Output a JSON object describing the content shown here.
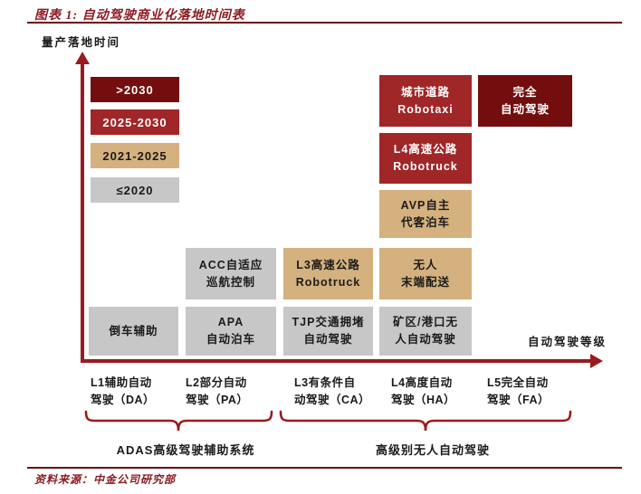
{
  "title": {
    "text": "图表 1: 自动驾驶商业化落地时间表"
  },
  "axes": {
    "y_label": "量产落地时间",
    "x_label": "自动驾驶等级"
  },
  "palette": {
    "after_2030": "#730d0e",
    "2025_2030": "#a02628",
    "2021_2025": "#d4b17e",
    "before_2020": "#c7c7c7",
    "axis_red": "#9a1b1e",
    "rule_red": "#6e0b0b",
    "title_red": "#8e1b22"
  },
  "legend": [
    {
      "label": ">2030",
      "color": "#730d0e"
    },
    {
      "label": "2025-2030",
      "color": "#a02628"
    },
    {
      "label": "2021-2025",
      "color": "#d4b17e"
    },
    {
      "label": "≤2020",
      "color": "#c7c7c7"
    }
  ],
  "boxes": {
    "daoche": {
      "line1": "倒车辅助"
    },
    "acc": {
      "line1": "ACC自适应",
      "line2": "巡航控制"
    },
    "apa": {
      "line1": "APA",
      "line2": "自动泊车"
    },
    "l3truck": {
      "line1": "L3高速公路",
      "line2": "Robotruck"
    },
    "tjp": {
      "line1": "TJP交通拥堵",
      "line2": "自动驾驶"
    },
    "robotaxi": {
      "line1": "城市道路",
      "line2": "Robotaxi"
    },
    "l4truck": {
      "line1": "L4高速公路",
      "line2": "Robotruck"
    },
    "avp": {
      "line1": "AVP自主",
      "line2": "代客泊车"
    },
    "delivery": {
      "line1": "无人",
      "line2": "末端配送"
    },
    "mining": {
      "line1": "矿区/港口无",
      "line2": "人自动驾驶"
    },
    "fullauto": {
      "line1": "完全",
      "line2": "自动驾驶"
    }
  },
  "x_ticks": [
    {
      "line1": "L1辅助自动",
      "line2": "驾驶（DA）"
    },
    {
      "line1": "L2部分自动",
      "line2": "驾驶（PA）"
    },
    {
      "line1": "L3有条件自",
      "line2": "动驾驶（CA）"
    },
    {
      "line1": "L4高度自动",
      "line2": "驾驶（HA）"
    },
    {
      "line1": "L5完全自动",
      "line2": "驾驶（FA）"
    }
  ],
  "braces": [
    {
      "label": "ADAS高级驾驶辅助系统"
    },
    {
      "label": "高级别无人自动驾驶"
    }
  ],
  "source": {
    "text": "资料来源：中金公司研究部"
  },
  "chart_data": {
    "type": "table",
    "title": "图表 1: 自动驾驶商业化落地时间表",
    "xlabel": "自动驾驶等级",
    "ylabel": "量产落地时间",
    "x_categories": [
      "L1辅助自动驾驶（DA）",
      "L2部分自动驾驶（PA）",
      "L3有条件自动驾驶（CA）",
      "L4高度自动驾驶（HA）",
      "L5完全自动驾驶（FA）"
    ],
    "y_categories": [
      "≤2020",
      "2021-2025",
      "2025-2030",
      ">2030"
    ],
    "groups": [
      {
        "label": "ADAS高级驾驶辅助系统",
        "levels": [
          "L1",
          "L2"
        ]
      },
      {
        "label": "高级别无人自动驾驶",
        "levels": [
          "L3",
          "L4",
          "L5"
        ]
      }
    ],
    "items": [
      {
        "level": "L1",
        "application": "倒车辅助",
        "timeframe": "≤2020"
      },
      {
        "level": "L2",
        "application": "ACC自适应巡航控制",
        "timeframe": "≤2020"
      },
      {
        "level": "L2",
        "application": "APA自动泊车",
        "timeframe": "≤2020"
      },
      {
        "level": "L3",
        "application": "L3高速公路Robotruck",
        "timeframe": "2021-2025"
      },
      {
        "level": "L3",
        "application": "TJP交通拥堵自动驾驶",
        "timeframe": "≤2020"
      },
      {
        "level": "L4",
        "application": "城市道路Robotaxi",
        "timeframe": "2025-2030"
      },
      {
        "level": "L4",
        "application": "L4高速公路Robotruck",
        "timeframe": "2025-2030"
      },
      {
        "level": "L4",
        "application": "AVP自主代客泊车",
        "timeframe": "2021-2025"
      },
      {
        "level": "L4",
        "application": "无人末端配送",
        "timeframe": "2021-2025"
      },
      {
        "level": "L4",
        "application": "矿区/港口无人自动驾驶",
        "timeframe": "≤2020"
      },
      {
        "level": "L5",
        "application": "完全自动驾驶",
        "timeframe": ">2030"
      }
    ]
  }
}
